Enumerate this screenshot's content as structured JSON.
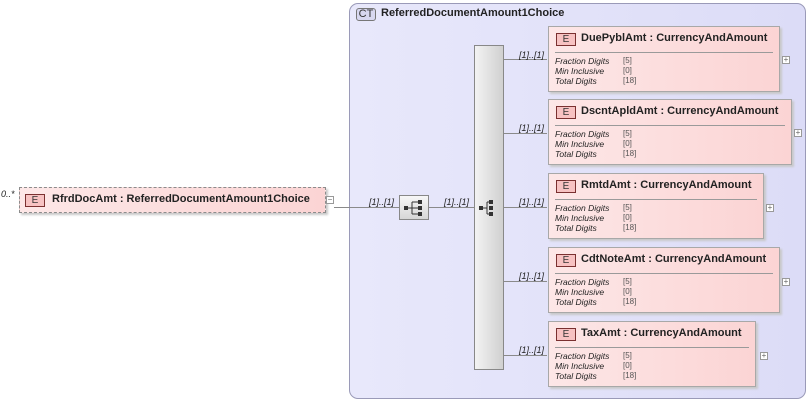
{
  "complex_type": {
    "badge": "CT",
    "name": "ReferredDocumentAmount1Choice"
  },
  "root_element": {
    "badge": "E",
    "cardinality": "0..*",
    "label": "RfrdDocAmt : ReferredDocumentAmount1Choice",
    "collapse": "−"
  },
  "sequence": {
    "cardinality_in": "[1]..[1]",
    "cardinality_out": "[1]..[1]"
  },
  "children": [
    {
      "badge": "E",
      "name": "DuePyblAmt",
      "type": "CurrencyAndAmount",
      "cardinality": "[1]..[1]",
      "facets": [
        {
          "k": "Fraction Digits",
          "v": "[5]"
        },
        {
          "k": "Min Inclusive",
          "v": "[0]"
        },
        {
          "k": "Total Digits",
          "v": "[18]"
        }
      ],
      "expand": "+"
    },
    {
      "badge": "E",
      "name": "DscntApldAmt",
      "type": "CurrencyAndAmount",
      "cardinality": "[1]..[1]",
      "facets": [
        {
          "k": "Fraction Digits",
          "v": "[5]"
        },
        {
          "k": "Min Inclusive",
          "v": "[0]"
        },
        {
          "k": "Total Digits",
          "v": "[18]"
        }
      ],
      "expand": "+"
    },
    {
      "badge": "E",
      "name": "RmtdAmt",
      "type": "CurrencyAndAmount",
      "cardinality": "[1]..[1]",
      "facets": [
        {
          "k": "Fraction Digits",
          "v": "[5]"
        },
        {
          "k": "Min Inclusive",
          "v": "[0]"
        },
        {
          "k": "Total Digits",
          "v": "[18]"
        }
      ],
      "expand": "+"
    },
    {
      "badge": "E",
      "name": "CdtNoteAmt",
      "type": "CurrencyAndAmount",
      "cardinality": "[1]..[1]",
      "facets": [
        {
          "k": "Fraction Digits",
          "v": "[5]"
        },
        {
          "k": "Min Inclusive",
          "v": "[0]"
        },
        {
          "k": "Total Digits",
          "v": "[18]"
        }
      ],
      "expand": "+"
    },
    {
      "badge": "E",
      "name": "TaxAmt ",
      "type": "CurrencyAndAmount",
      "cardinality": "[1]..[1]",
      "facets": [
        {
          "k": "Fraction Digits",
          "v": "[5]"
        },
        {
          "k": "Min Inclusive",
          "v": "[0]"
        },
        {
          "k": "Total Digits",
          "v": "[18]"
        }
      ],
      "expand": "+"
    }
  ]
}
